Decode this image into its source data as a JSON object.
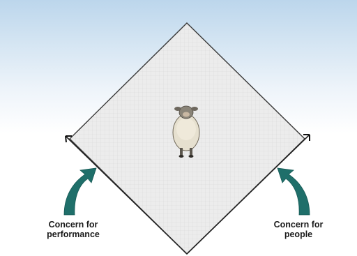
{
  "labels": {
    "performance": [
      "Concern for",
      "performance"
    ],
    "people": [
      "Concern for",
      "people"
    ]
  },
  "colors": {
    "grid_fill": "#ececec",
    "grid_line": "#d6d6d6",
    "outline": "#3a3a3a",
    "arrow": "#1f6f6a",
    "sky_top": "#bcd6ec"
  },
  "icons": {
    "center": "sheep-icon",
    "left_arrow": "curved-arrow-icon",
    "right_arrow": "curved-arrow-icon"
  }
}
